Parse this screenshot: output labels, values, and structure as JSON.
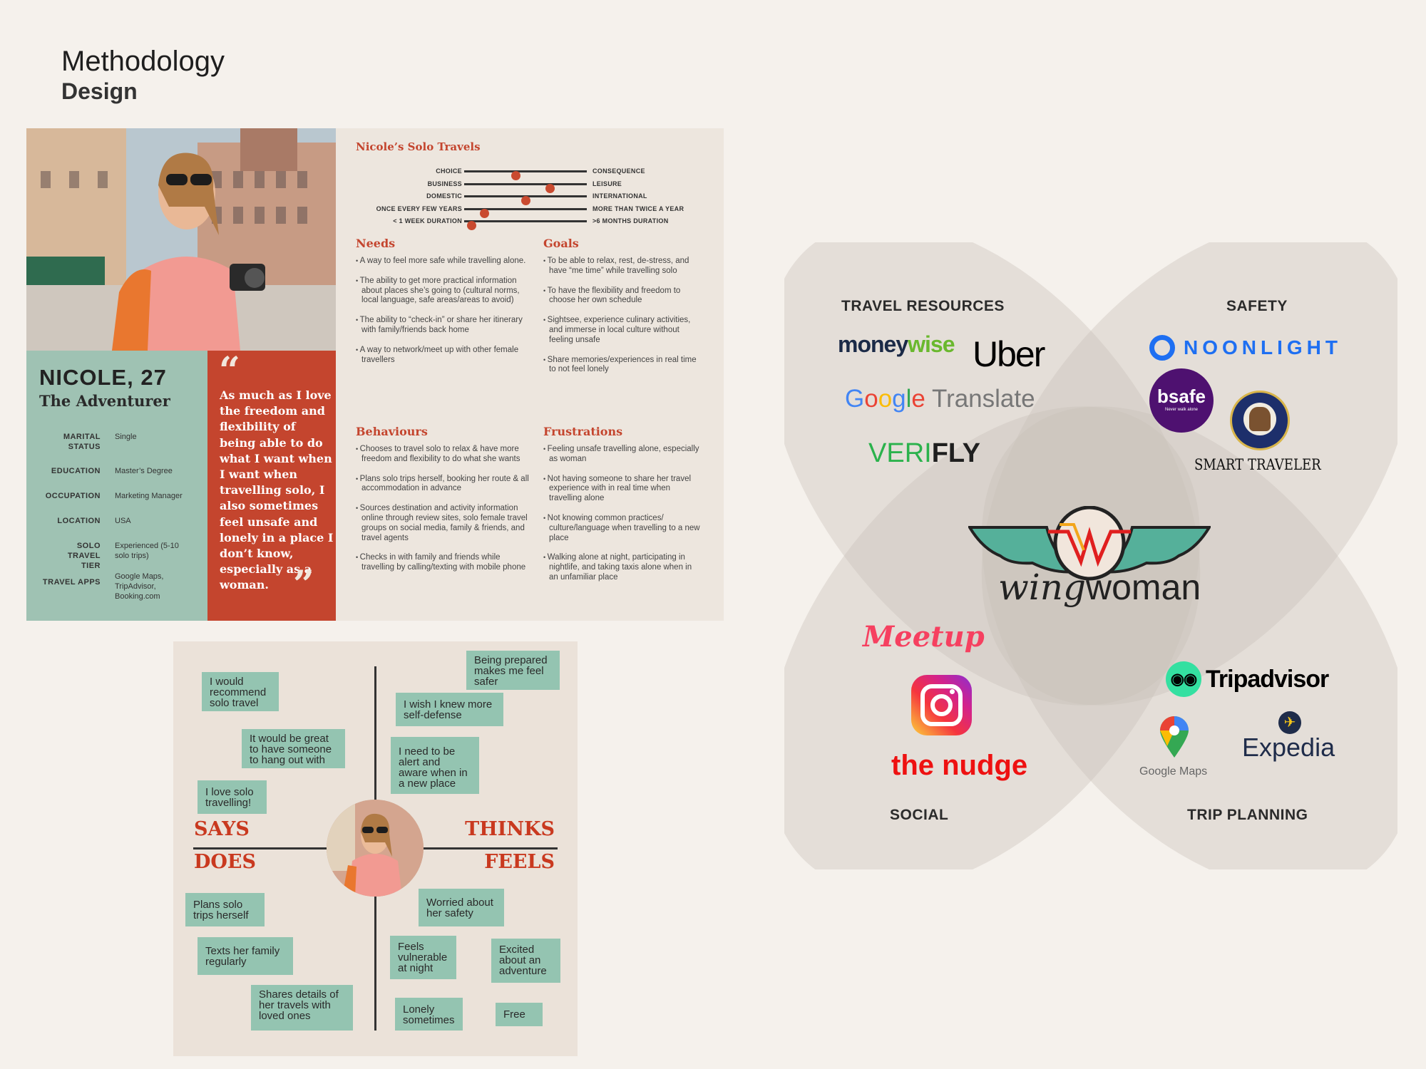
{
  "header": {
    "title": "Methodology",
    "subtitle": "Design"
  },
  "persona": {
    "name": "NICOLE, 27",
    "role": "The Adventurer",
    "attributes": [
      {
        "label": "MARITAL STATUS",
        "value": "Single"
      },
      {
        "label": "EDUCATION",
        "value": "Master’s Degree"
      },
      {
        "label": "OCCUPATION",
        "value": "Marketing Manager"
      },
      {
        "label": "LOCATION",
        "value": "USA"
      },
      {
        "label": "SOLO TRAVEL TIER",
        "value": "Experienced (5-10 solo trips)"
      },
      {
        "label": "TRAVEL APPS",
        "value": "Google Maps, TripAdvisor, Booking.com"
      }
    ],
    "quote_open": "“",
    "quote_close": "”",
    "quote": "As much as I love the freedom and flexibility of being able to do what I want when I want when travelling solo, I also sometimes feel unsafe and lonely in a place I don’t know, especially as a woman.",
    "solo_travels_title": "Nicole’s Solo Travels",
    "sliders": [
      {
        "left": "CHOICE",
        "right": "CONSEQUENCE",
        "value": 0.42
      },
      {
        "left": "BUSINESS",
        "right": "LEISURE",
        "value": 0.7
      },
      {
        "left": "DOMESTIC",
        "right": "INTERNATIONAL",
        "value": 0.5
      },
      {
        "left": "ONCE EVERY FEW YEARS",
        "right": "MORE THAN TWICE A YEAR",
        "value": 0.16
      },
      {
        "left": "< 1 WEEK DURATION",
        "right": ">6 MONTHS DURATION",
        "value": 0.06
      }
    ],
    "needs": {
      "title": "Needs",
      "items": [
        "A way to feel more safe while travelling alone.",
        "The ability to get more practical information about places she’s going to (cultural norms, local language, safe areas/areas to avoid)",
        "The ability to “check-in” or share her itinerary with family/friends back home",
        "A way to network/meet up with other female travellers"
      ]
    },
    "goals": {
      "title": "Goals",
      "items": [
        "To be able to relax, rest, de-stress, and have “me time” while travelling solo",
        "To have the flexibility and freedom to choose her own schedule",
        "Sightsee, experience culinary activities, and immerse in local culture without feeling unsafe",
        "Share memories/experiences in real time to not feel lonely"
      ]
    },
    "behaviours": {
      "title": "Behaviours",
      "items": [
        "Chooses to travel solo to relax & have more freedom and flexibility to do what she wants",
        "Plans solo trips herself, booking her route & all accommodation in advance",
        "Sources destination and activity information online through review sites, solo female travel groups on social media, family & friends, and travel agents",
        "Checks in with family and friends while travelling by calling/texting with mobile phone"
      ]
    },
    "frustrations": {
      "title": "Frustrations",
      "items": [
        "Feeling unsafe travelling alone, especially as woman",
        "Not having someone to share her travel experience with in real time when travelling alone",
        "Not knowing common practices/ culture/language when travelling to a new place",
        "Walking alone at night, participating in nightlife, and taking taxis alone when in an unfamiliar place"
      ]
    }
  },
  "empathy": {
    "quadrants": {
      "says": "SAYS",
      "thinks": "THINKS",
      "does": "DOES",
      "feels": "FEELS"
    },
    "says": [
      "I would recommend solo travel",
      "It would be great to have someone to hang out with",
      "I love solo travelling!"
    ],
    "thinks": [
      "Being prepared makes me feel safer",
      "I wish I knew more self-defense",
      "I need to be alert and aware when in a new place"
    ],
    "does": [
      "Plans solo trips herself",
      "Texts her family regularly",
      "Shares details of her travels with loved ones"
    ],
    "feels": [
      "Worried about her safety",
      "Feels vulnerable at night",
      "Excited about an adventure",
      "Lonely sometimes",
      "Free"
    ]
  },
  "venn": {
    "labels": {
      "travel": "TRAVEL RESOURCES",
      "safety": "SAFETY",
      "social": "SOCIAL",
      "trip": "TRIP PLANNING"
    },
    "center_logo": {
      "part1": "wing",
      "part2": "woman"
    },
    "travel": {
      "moneywise_a": "money",
      "moneywise_b": "wise",
      "uber": "Uber",
      "google": [
        "G",
        "o",
        "o",
        "g",
        "l",
        "e"
      ],
      "translate": "Translate",
      "verifly_a": "VERI",
      "verifly_b": "FLY"
    },
    "safety": {
      "noonlight": "NOONLIGHT",
      "bsafe": "bsafe",
      "bsafe_tag": "Never walk alone",
      "smart_traveler": "SMART TRAVELER"
    },
    "social": {
      "meetup": "Meetup",
      "nudge": "the nudge"
    },
    "trip": {
      "tripadvisor": "Tripadvisor",
      "google_maps": "Google Maps",
      "expedia": "Expedia"
    },
    "colors": {
      "teal": "#55b09a",
      "red": "#e01f1f",
      "pink": "#f64060",
      "green": "#34e0a1",
      "navy": "#1f2c4a"
    }
  }
}
